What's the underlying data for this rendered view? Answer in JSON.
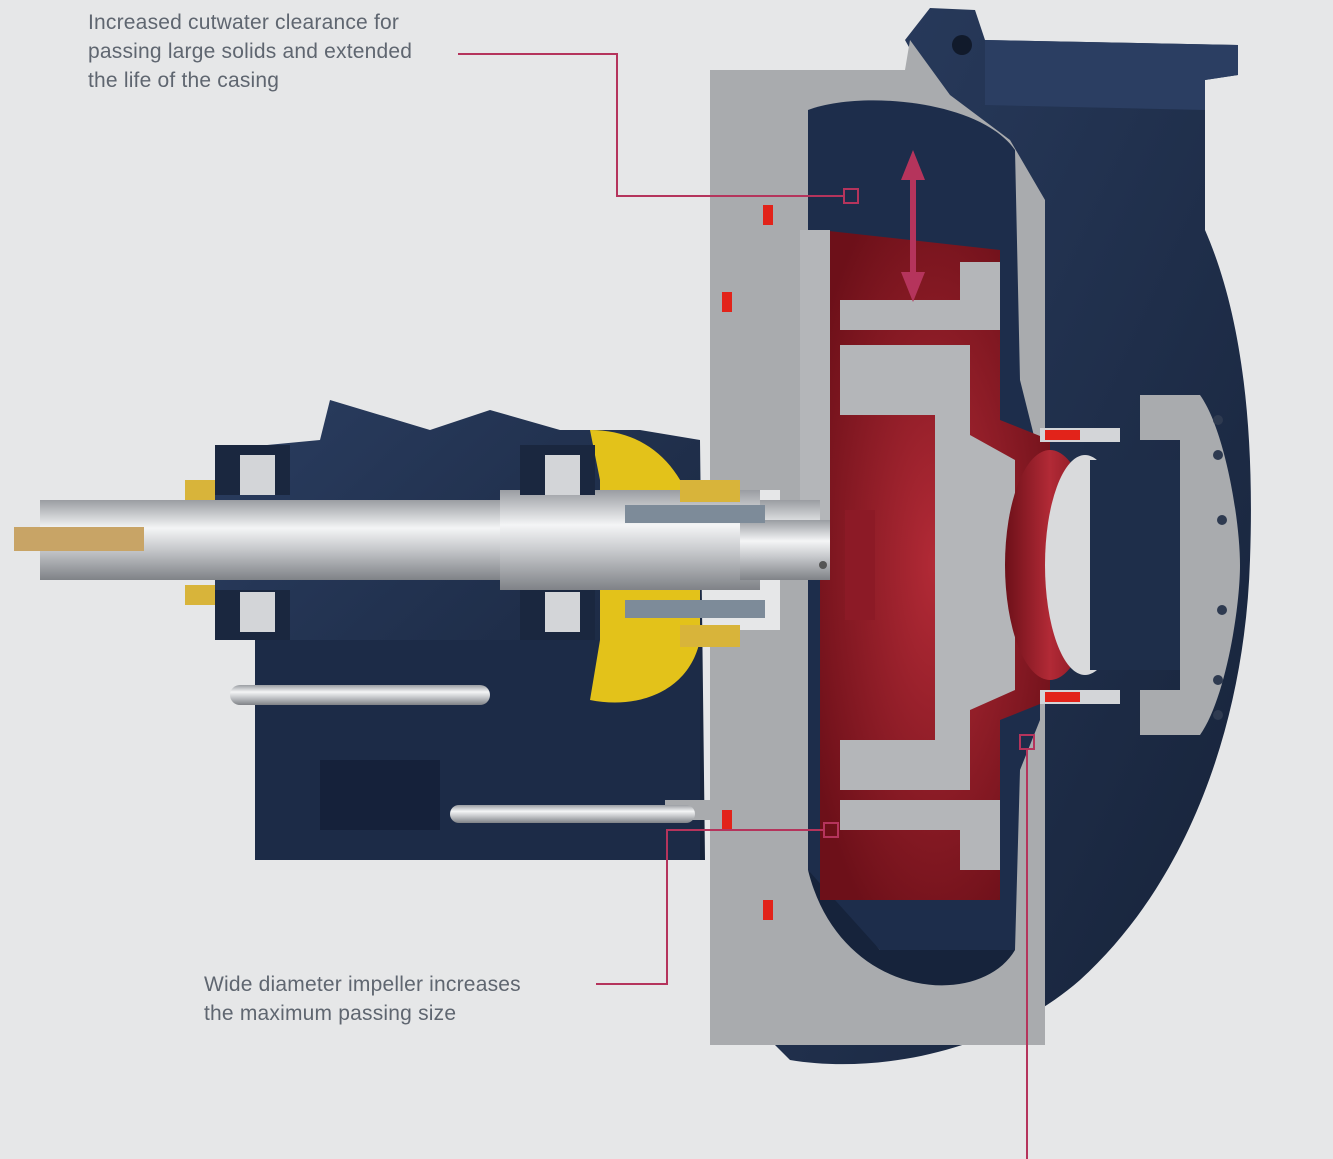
{
  "callouts": {
    "cutwater": {
      "lines": [
        "Increased cutwater clearance for",
        "passing large solids and extended",
        "the life of the casing"
      ]
    },
    "impeller": {
      "lines": [
        "Wide diameter impeller increases",
        "the maximum passing size"
      ]
    }
  },
  "colors": {
    "background": "#e6e7e8",
    "leader_line": "#b5345c",
    "casing_blue": "#1e2e4a",
    "cut_face_grey": "#a9abae",
    "impeller_red": "#8c1a26",
    "shaft_silver": "#d3d5d8",
    "bearing_yellow": "#e3c21a",
    "seal_red": "#e2231a",
    "key_tan": "#c8a466"
  }
}
